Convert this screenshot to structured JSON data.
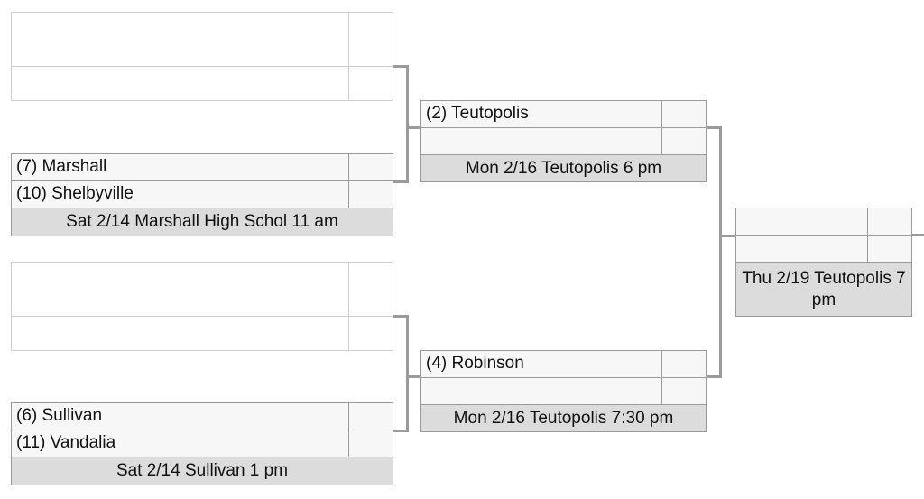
{
  "round1": [
    {
      "id": "m1-top-bye",
      "teams": [
        "",
        ""
      ],
      "info": ""
    },
    {
      "id": "m1",
      "teams": [
        "(7) Marshall",
        "(10) Shelbyville"
      ],
      "info": "Sat 2/14 Marshall High Schol 11 am"
    },
    {
      "id": "m2-top-bye",
      "teams": [
        "",
        ""
      ],
      "info": ""
    },
    {
      "id": "m2",
      "teams": [
        "(6) Sullivan",
        "(11) Vandalia"
      ],
      "info": "Sat 2/14 Sullivan 1 pm"
    }
  ],
  "round2": [
    {
      "id": "m3",
      "teams": [
        "(2) Teutopolis",
        ""
      ],
      "info": "Mon 2/16 Teutopolis 6 pm"
    },
    {
      "id": "m4",
      "teams": [
        "(4) Robinson",
        ""
      ],
      "info": "Mon 2/16 Teutopolis 7:30 pm"
    }
  ],
  "round3": [
    {
      "id": "m5",
      "teams": [
        "",
        ""
      ],
      "info": "Thu 2/19 Teutopolis 7 pm"
    }
  ]
}
